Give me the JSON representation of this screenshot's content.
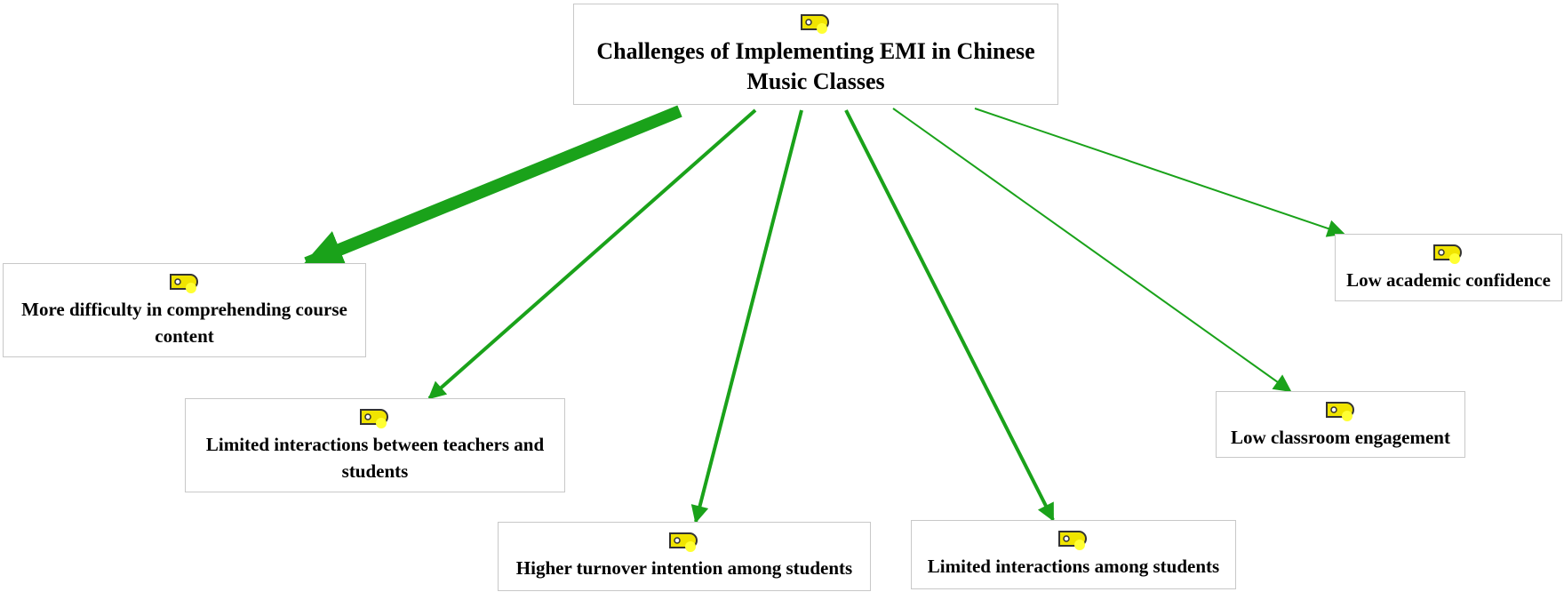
{
  "diagram": {
    "root": {
      "label": "Challenges of Implementing EMI in Chinese Music Classes",
      "icon": "code-tag-icon"
    },
    "children": [
      {
        "id": "comp",
        "label": "More difficulty in comprehending course content",
        "icon": "code-tag-icon"
      },
      {
        "id": "teach",
        "label": "Limited interactions between teachers and students",
        "icon": "code-tag-icon"
      },
      {
        "id": "turn",
        "label": "Higher turnover intention among students",
        "icon": "code-tag-icon"
      },
      {
        "id": "among",
        "label": "Limited interactions among students",
        "icon": "code-tag-icon"
      },
      {
        "id": "eng",
        "label": "Low classroom engagement",
        "icon": "code-tag-icon"
      },
      {
        "id": "conf",
        "label": "Low academic confidence",
        "icon": "code-tag-icon"
      }
    ],
    "colors": {
      "edge": "#1aa21a",
      "node_border": "#c8c8c8",
      "icon_fill": "#f0e400",
      "icon_dot": "#ffff33",
      "icon_stroke": "#333333"
    }
  }
}
